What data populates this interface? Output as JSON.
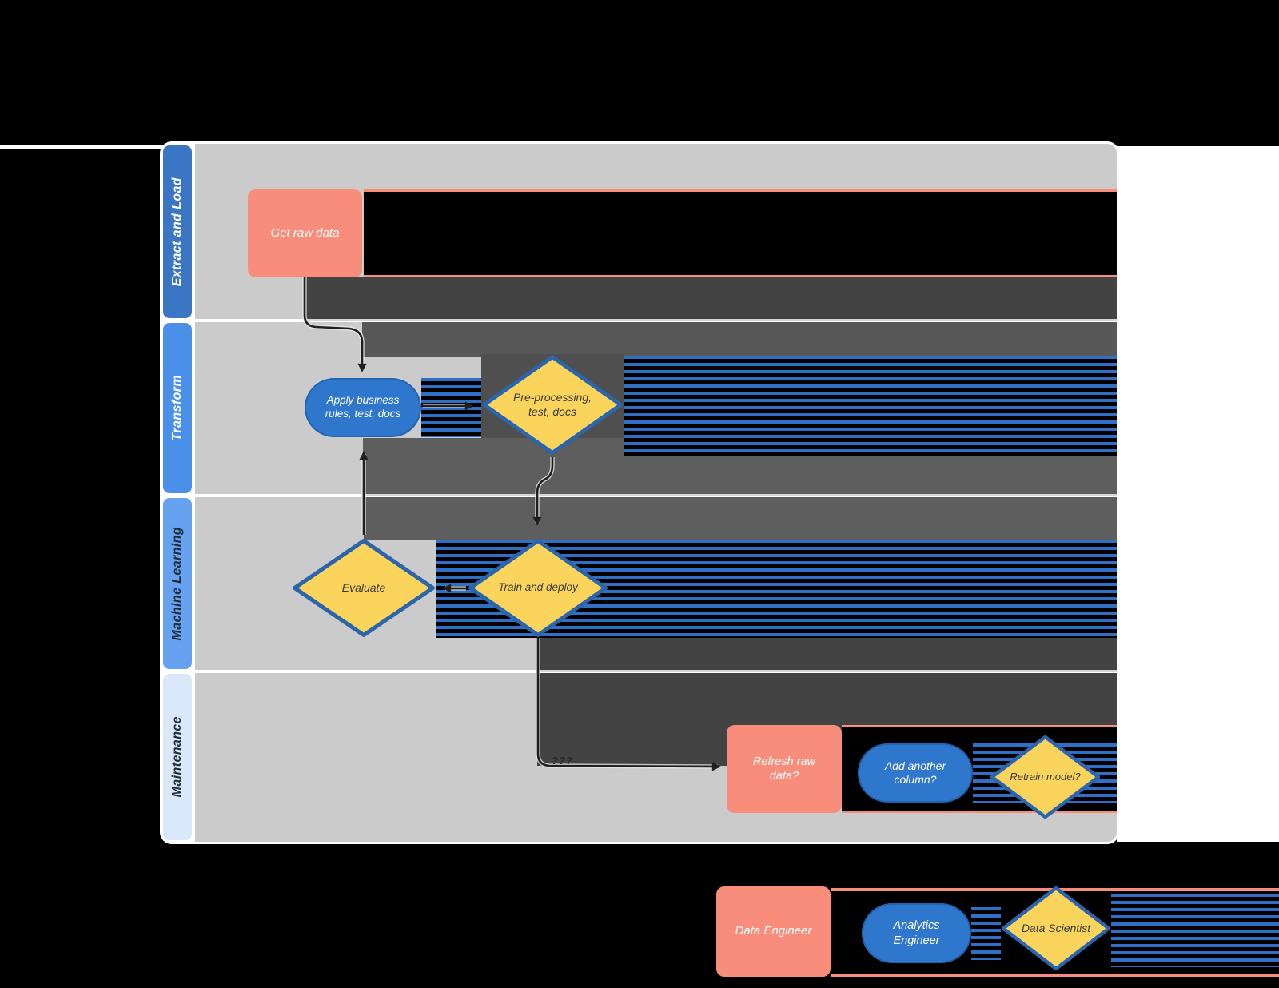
{
  "colors": {
    "background": "#000000",
    "canvas_white": "#ffffff",
    "lane_body": "#cbcbcb",
    "lane1_header": "#3b76c4",
    "lane2_header": "#4a90e8",
    "lane3_header": "#66a2f0",
    "lane4_header": "#d9e8fb",
    "salmon": "#f98d7c",
    "blue": "#2f76cd",
    "yellow": "#fbd45c",
    "yellow_border": "#2a65ad",
    "stripe_blue": "#2f6fc5",
    "band_dark": "#434343",
    "band_mid": "#585858",
    "band_light": "#5e5e5e",
    "connector": "#1f1f1f",
    "text_light": "#ffffff",
    "text_dark": "#3a3a3a",
    "header_text_dark": "#1f2c3a"
  },
  "lanes": [
    {
      "label": "Extract and Load"
    },
    {
      "label": "Transform"
    },
    {
      "label": "Machine Learning"
    },
    {
      "label": "Maintenance"
    }
  ],
  "nodes": {
    "get_raw_data": "Get raw data",
    "apply_business_rules": "Apply business rules, test, docs",
    "pre_processing": "Pre-processing, test, docs",
    "evaluate": "Evaluate",
    "train_and_deploy": "Train and deploy",
    "refresh_raw_data": "Refresh raw data?",
    "add_another_column": "Add another column?",
    "retrain_model": "Retrain model?"
  },
  "edges": {
    "maintenance_label": "???"
  },
  "legend": {
    "data_engineer": "Data Engineer",
    "analytics_engineer": "Analytics Engineer",
    "data_scientist": "Data Scientist"
  }
}
